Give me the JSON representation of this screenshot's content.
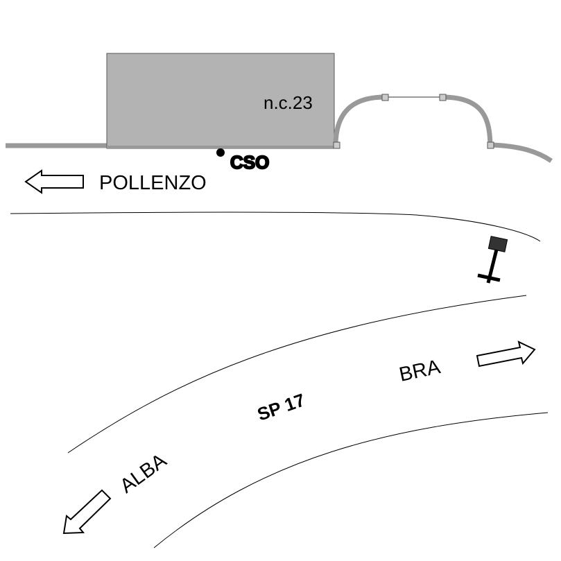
{
  "building": {
    "label": "n.c.23",
    "fill": "#b3b3b3"
  },
  "station": {
    "label": "CSO"
  },
  "directions": {
    "pollenzo": "POLLENZO",
    "bra": "BRA",
    "alba": "ALBA"
  },
  "road": {
    "label": "SP 17"
  },
  "colors": {
    "wall": "#999999",
    "line": "#000000",
    "sign": "#333333"
  }
}
